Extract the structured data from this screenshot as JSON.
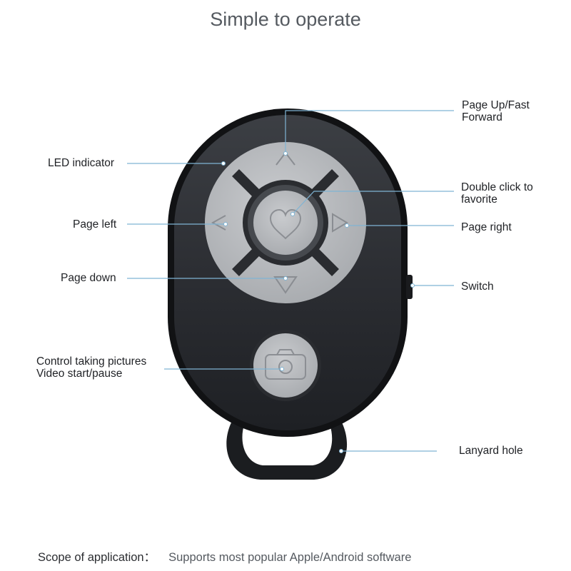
{
  "title": "Simple to operate",
  "labels": {
    "page_up": "Page Up/Fast",
    "page_up_2": "Forward",
    "led": "LED indicator",
    "favorite": "Double click to",
    "favorite_2": "favorite",
    "page_left": "Page left",
    "page_right": "Page right",
    "page_down": "Page down",
    "switch": "Switch",
    "camera": "Control taking pictures",
    "camera_2": "Video start/pause",
    "lanyard": "Lanyard hole"
  },
  "footer": {
    "label": "Scope of application：",
    "value": "Supports most popular Apple/Android software"
  },
  "colors": {
    "leader_line": "#7fb4d4",
    "body": "#2a2c30",
    "buttons": "#b6b8bb"
  }
}
